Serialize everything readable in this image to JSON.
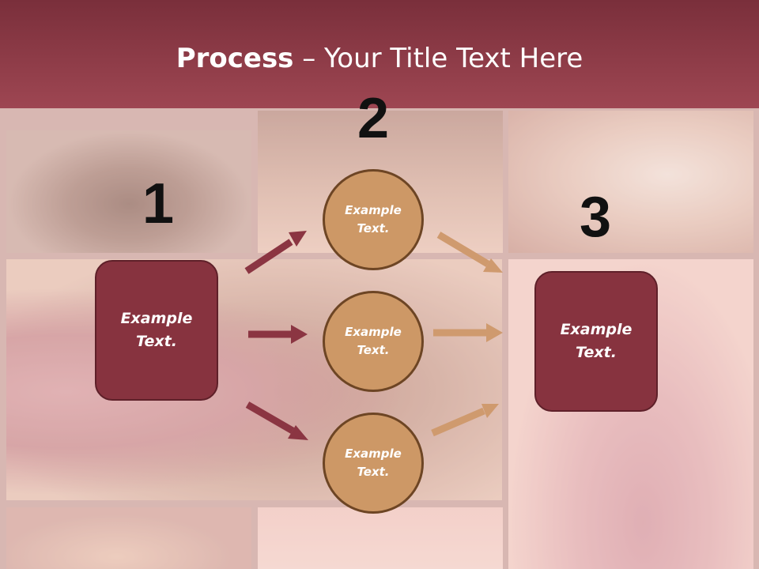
{
  "title": {
    "bold": "Process",
    "rest": " – Your Title Text Here"
  },
  "numbers": [
    "1",
    "2",
    "3"
  ],
  "boxes": [
    {
      "text": "Example Text."
    },
    {
      "text": "Example Text."
    }
  ],
  "circles": [
    {
      "text": "Example Text."
    },
    {
      "text": "Example Text."
    },
    {
      "text": "Example Text."
    }
  ],
  "colors": {
    "header": "#8e3b47",
    "box": "#87333f",
    "circle": "#cd9866",
    "arrow_left": "#8b3542",
    "arrow_right": "#cf9a6e"
  }
}
